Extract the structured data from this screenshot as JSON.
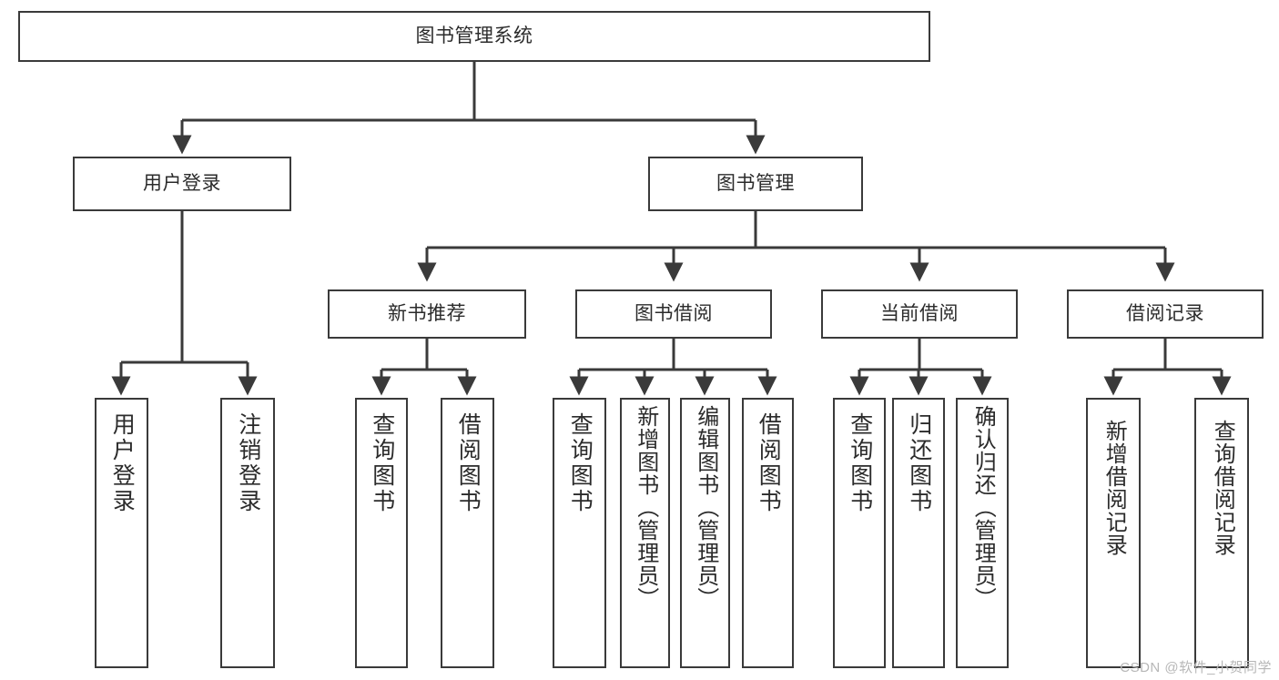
{
  "diagram": {
    "type": "tree-hierarchy",
    "title": "图书管理系统",
    "orientation": "top-down",
    "watermark": "CSDN @软件_小贺同学",
    "colors": {
      "background": "#ffffff",
      "node_border": "#3a3a3a",
      "node_fill": "#ffffff",
      "edge": "#3a3a3a",
      "text": "#2b2b2b",
      "watermark": "#b7b7b7"
    },
    "levels": [
      {
        "level": 1,
        "nodes": [
          {
            "id": "root",
            "label": "图书管理系统",
            "orientation": "horizontal"
          }
        ]
      },
      {
        "level": 2,
        "nodes": [
          {
            "id": "user-login",
            "label": "用户登录",
            "orientation": "horizontal",
            "parent": "root"
          },
          {
            "id": "book-manage",
            "label": "图书管理",
            "orientation": "horizontal",
            "parent": "root"
          }
        ]
      },
      {
        "level": 3,
        "nodes": [
          {
            "id": "new-book-rec",
            "label": "新书推荐",
            "orientation": "horizontal",
            "parent": "book-manage"
          },
          {
            "id": "book-borrow",
            "label": "图书借阅",
            "orientation": "horizontal",
            "parent": "book-manage"
          },
          {
            "id": "current-borrow",
            "label": "当前借阅",
            "orientation": "horizontal",
            "parent": "book-manage"
          },
          {
            "id": "borrow-record",
            "label": "借阅记录",
            "orientation": "horizontal",
            "parent": "book-manage"
          }
        ]
      },
      {
        "level": 4,
        "nodes": [
          {
            "id": "leaf-user-login",
            "label": "用户登录",
            "orientation": "vertical",
            "parent": "user-login"
          },
          {
            "id": "leaf-user-logout",
            "label": "注销登录",
            "orientation": "vertical",
            "parent": "user-login"
          },
          {
            "id": "leaf-query-book-1",
            "label": "查询图书",
            "orientation": "vertical",
            "parent": "new-book-rec"
          },
          {
            "id": "leaf-borrow-book-1",
            "label": "借阅图书",
            "orientation": "vertical",
            "parent": "new-book-rec"
          },
          {
            "id": "leaf-query-book-2",
            "label": "查询图书",
            "orientation": "vertical",
            "parent": "book-borrow"
          },
          {
            "id": "leaf-add-book",
            "label": "新增图书（管理员）",
            "orientation": "vertical",
            "parent": "book-borrow"
          },
          {
            "id": "leaf-edit-book",
            "label": "编辑图书（管理员）",
            "orientation": "vertical",
            "parent": "book-borrow"
          },
          {
            "id": "leaf-borrow-book-2",
            "label": "借阅图书",
            "orientation": "vertical",
            "parent": "book-borrow"
          },
          {
            "id": "leaf-query-book-3",
            "label": "查询图书",
            "orientation": "vertical",
            "parent": "current-borrow"
          },
          {
            "id": "leaf-return-book",
            "label": "归还图书",
            "orientation": "vertical",
            "parent": "current-borrow"
          },
          {
            "id": "leaf-confirm-return",
            "label": "确认归还（管理员）",
            "orientation": "vertical",
            "parent": "current-borrow"
          },
          {
            "id": "leaf-add-record",
            "label": "新增借阅记录",
            "orientation": "vertical",
            "parent": "borrow-record"
          },
          {
            "id": "leaf-query-record",
            "label": "查询借阅记录",
            "orientation": "vertical",
            "parent": "borrow-record"
          }
        ]
      }
    ]
  }
}
